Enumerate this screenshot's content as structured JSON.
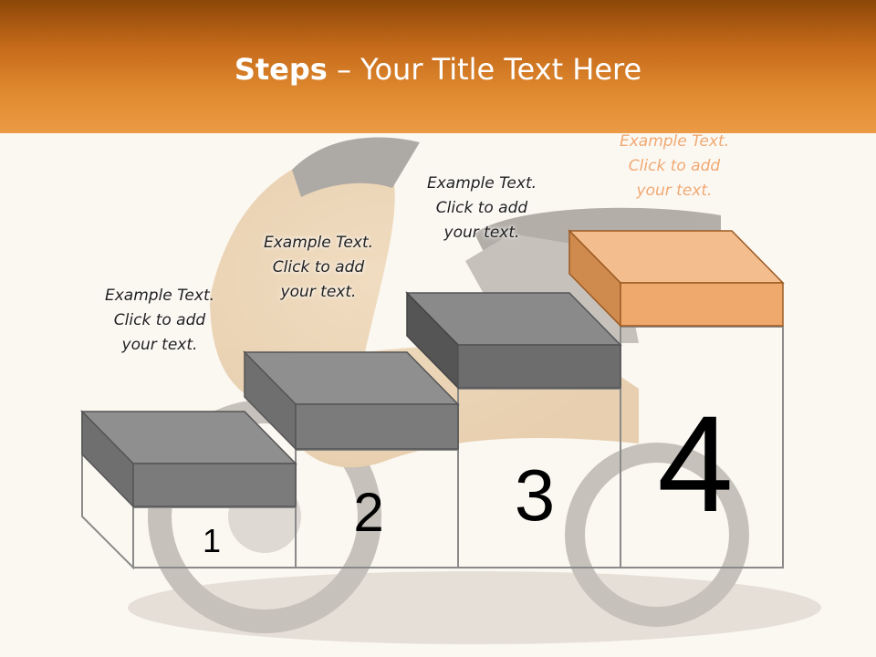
{
  "title": {
    "bold": "Steps",
    "rest": " – Your Title Text Here"
  },
  "steps": [
    {
      "number": "1",
      "line1": "Example Text.",
      "line2": "Click  to add",
      "line3": "your text."
    },
    {
      "number": "2",
      "line1": "Example Text.",
      "line2": "Click  to add",
      "line3": "your text."
    },
    {
      "number": "3",
      "line1": "Example Text.",
      "line2": "Click  to add",
      "line3": "your text."
    },
    {
      "number": "4",
      "line1": "Example Text.",
      "line2": "Click  to add",
      "line3": "your text."
    }
  ],
  "colors": {
    "header_dark": "#8c4708",
    "header_light": "#ec9a45",
    "block_gray_top": "#8a8a8a",
    "block_gray_front": "#787878",
    "block_orange_top": "#f2b98a",
    "block_orange_front": "#efa56a"
  }
}
